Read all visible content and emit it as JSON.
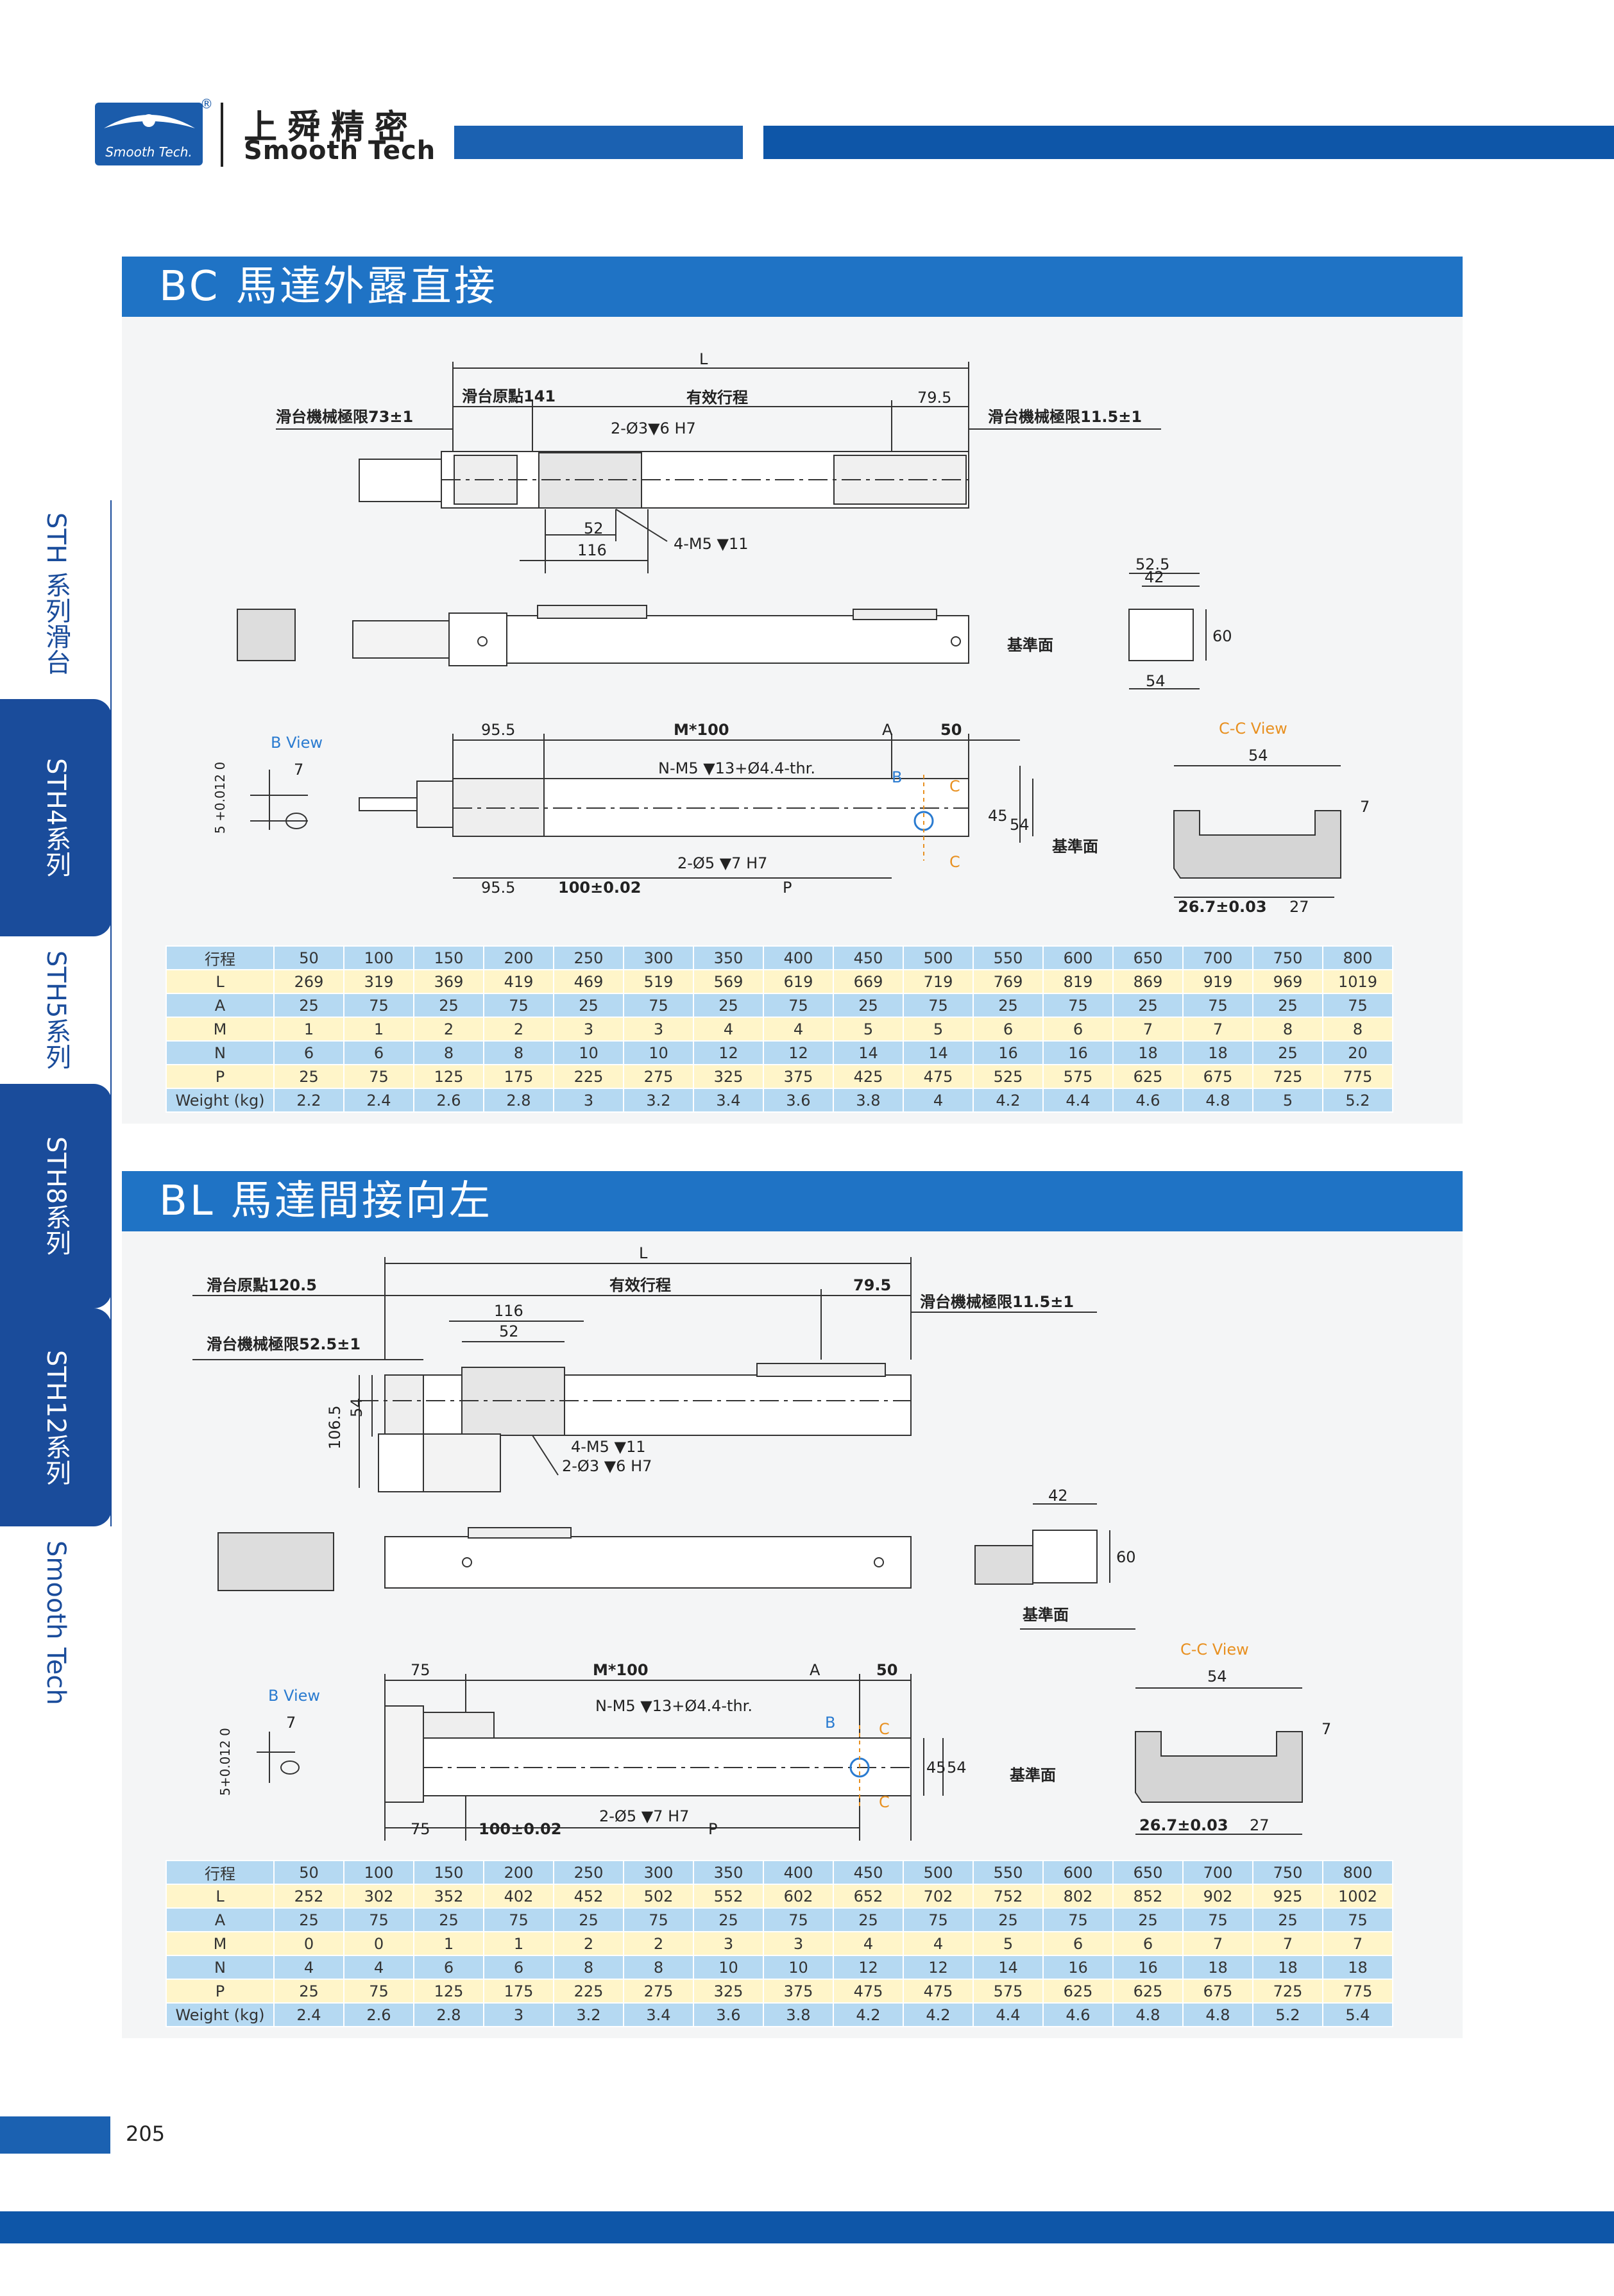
{
  "header": {
    "logo_text": "Smooth Tech.",
    "logo_reg": "®",
    "brand_cn": "上舜精密",
    "brand_en": "Smooth Tech"
  },
  "side_tabs": [
    "STH 系列滑台",
    "STH4系列",
    "STH5系列",
    "STH8系列",
    "STH12系列",
    "Smooth Tech"
  ],
  "sections": [
    {
      "title": "BC  馬達外露直接",
      "labels": {
        "L": "L",
        "origin": "滑台原點141",
        "stroke": "有效行程",
        "d795": "79.5",
        "limit_left": "滑台機械極限73±1",
        "limit_right": "滑台機械極限11.5±1",
        "hole2": "2-Ø3▼6 H7",
        "d52": "52",
        "d116": "116",
        "m5": "4-M5 ▼11",
        "d525": "52.5",
        "d42": "42",
        "d60": "60",
        "d54": "54",
        "datum": "基準面",
        "bview": "B View",
        "d7": "7",
        "tol": "5 +0.012 0",
        "d955": "95.5",
        "m100": "M*100",
        "A": "A",
        "d50": "50",
        "nm5": "N-M5 ▼13+Ø4.4-thr.",
        "B": "B",
        "C": "C",
        "d45": "45",
        "d955b": "95.5",
        "d100": "100±0.02",
        "hole5": "2-Ø5 ▼7 H7",
        "P": "P",
        "ccview": "C-C View",
        "cc54": "54",
        "cc7": "7",
        "cc267": "26.7±0.03",
        "cc27": "27"
      },
      "table": {
        "header": [
          "行程",
          "50",
          "100",
          "150",
          "200",
          "250",
          "300",
          "350",
          "400",
          "450",
          "500",
          "550",
          "600",
          "650",
          "700",
          "750",
          "800"
        ],
        "rows": [
          [
            "L",
            "269",
            "319",
            "369",
            "419",
            "469",
            "519",
            "569",
            "619",
            "669",
            "719",
            "769",
            "819",
            "869",
            "919",
            "969",
            "1019"
          ],
          [
            "A",
            "25",
            "75",
            "25",
            "75",
            "25",
            "75",
            "25",
            "75",
            "25",
            "75",
            "25",
            "75",
            "25",
            "75",
            "25",
            "75"
          ],
          [
            "M",
            "1",
            "1",
            "2",
            "2",
            "3",
            "3",
            "4",
            "4",
            "5",
            "5",
            "6",
            "6",
            "7",
            "7",
            "8",
            "8"
          ],
          [
            "N",
            "6",
            "6",
            "8",
            "8",
            "10",
            "10",
            "12",
            "12",
            "14",
            "14",
            "16",
            "16",
            "18",
            "18",
            "25",
            "20"
          ],
          [
            "P",
            "25",
            "75",
            "125",
            "175",
            "225",
            "275",
            "325",
            "375",
            "425",
            "475",
            "525",
            "575",
            "625",
            "675",
            "725",
            "775"
          ],
          [
            "Weight (kg)",
            "2.2",
            "2.4",
            "2.6",
            "2.8",
            "3",
            "3.2",
            "3.4",
            "3.6",
            "3.8",
            "4",
            "4.2",
            "4.4",
            "4.6",
            "4.8",
            "5",
            "5.2"
          ]
        ]
      }
    },
    {
      "title": "BL  馬達間接向左",
      "labels": {
        "L": "L",
        "origin": "滑台原點120.5",
        "stroke": "有效行程",
        "d795": "79.5",
        "limit_right": "滑台機械極限11.5±1",
        "d116": "116",
        "d52": "52",
        "limit_left": "滑台機械極限52.5±1",
        "d1065": "106.5",
        "d54v": "54",
        "m5": "4-M5 ▼11",
        "hole2": "2-Ø3 ▼6 H7",
        "d42": "42",
        "d60": "60",
        "datum": "基準面",
        "bview": "B View",
        "d7": "7",
        "tol": "5+0.012 0",
        "d75": "75",
        "m100": "M*100",
        "A": "A",
        "d50": "50",
        "nm5": "N-M5 ▼13+Ø4.4-thr.",
        "B": "B",
        "C": "C",
        "d45": "45",
        "d54": "54",
        "d75b": "75",
        "d100": "100±0.02",
        "hole5": "2-Ø5 ▼7 H7",
        "P": "P",
        "ccview": "C-C View",
        "cc54": "54",
        "cc7": "7",
        "cc267": "26.7±0.03",
        "cc27": "27"
      },
      "table": {
        "header": [
          "行程",
          "50",
          "100",
          "150",
          "200",
          "250",
          "300",
          "350",
          "400",
          "450",
          "500",
          "550",
          "600",
          "650",
          "700",
          "750",
          "800"
        ],
        "rows": [
          [
            "L",
            "252",
            "302",
            "352",
            "402",
            "452",
            "502",
            "552",
            "602",
            "652",
            "702",
            "752",
            "802",
            "852",
            "902",
            "925",
            "1002"
          ],
          [
            "A",
            "25",
            "75",
            "25",
            "75",
            "25",
            "75",
            "25",
            "75",
            "25",
            "75",
            "25",
            "75",
            "25",
            "75",
            "25",
            "75"
          ],
          [
            "M",
            "0",
            "0",
            "1",
            "1",
            "2",
            "2",
            "3",
            "3",
            "4",
            "4",
            "5",
            "6",
            "6",
            "7",
            "7",
            "7"
          ],
          [
            "N",
            "4",
            "4",
            "6",
            "6",
            "8",
            "8",
            "10",
            "10",
            "12",
            "12",
            "14",
            "16",
            "16",
            "18",
            "18",
            "18"
          ],
          [
            "P",
            "25",
            "75",
            "125",
            "175",
            "225",
            "275",
            "325",
            "375",
            "475",
            "475",
            "575",
            "625",
            "625",
            "675",
            "725",
            "775"
          ],
          [
            "Weight (kg)",
            "2.4",
            "2.6",
            "2.8",
            "3",
            "3.2",
            "3.4",
            "3.6",
            "3.8",
            "4.2",
            "4.2",
            "4.4",
            "4.6",
            "4.8",
            "4.8",
            "5.2",
            "5.4"
          ]
        ]
      }
    }
  ],
  "footer": {
    "page_number": "205"
  }
}
